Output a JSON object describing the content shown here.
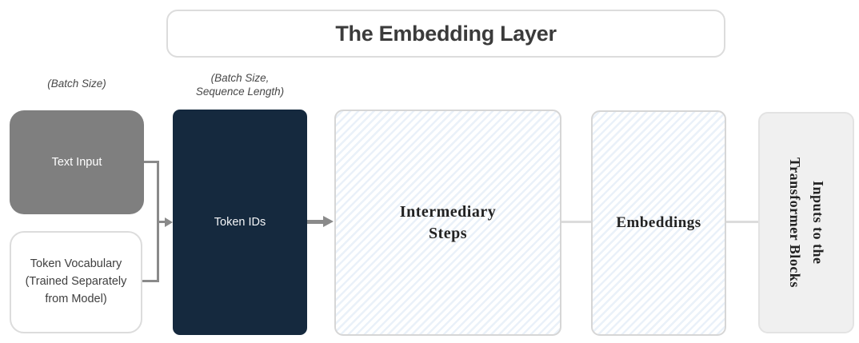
{
  "title_bar": {
    "text": "The Embedding Layer"
  },
  "annotations": {
    "batch_size": "(Batch Size)",
    "batch_size_seq_len": "(Batch Size,\nSequence Length)"
  },
  "nodes": {
    "text_input": {
      "label": "Text Input"
    },
    "token_vocabulary": {
      "label": "Token Vocabulary\n(Trained Separately\nfrom Model)"
    },
    "token_ids": {
      "label": "Token IDs"
    },
    "intermediary_steps": {
      "label": "Intermediary\nSteps"
    },
    "embeddings": {
      "label": "Embeddings"
    },
    "transformer_inputs": {
      "label": "Inputs to the\nTransformer Blocks"
    }
  },
  "flow": {
    "edges": [
      "Text Input -> Token IDs",
      "Token Vocabulary (Trained Separately from Model) -> Token IDs",
      "Token IDs -> Intermediary Steps",
      "Intermediary Steps -> Embeddings",
      "Embeddings -> Inputs to the Transformer Blocks"
    ]
  },
  "colors": {
    "navy_box": "#15293e",
    "gray_box": "#7f7f7f",
    "connector_gray": "#8a8a8a",
    "light_connector": "#dcdcdc",
    "box_border": "#dcdcdc",
    "hatch_stripe": "#eaf1f9",
    "title_text": "#3b3b3b",
    "right_box_fill": "#f0f0f0"
  }
}
